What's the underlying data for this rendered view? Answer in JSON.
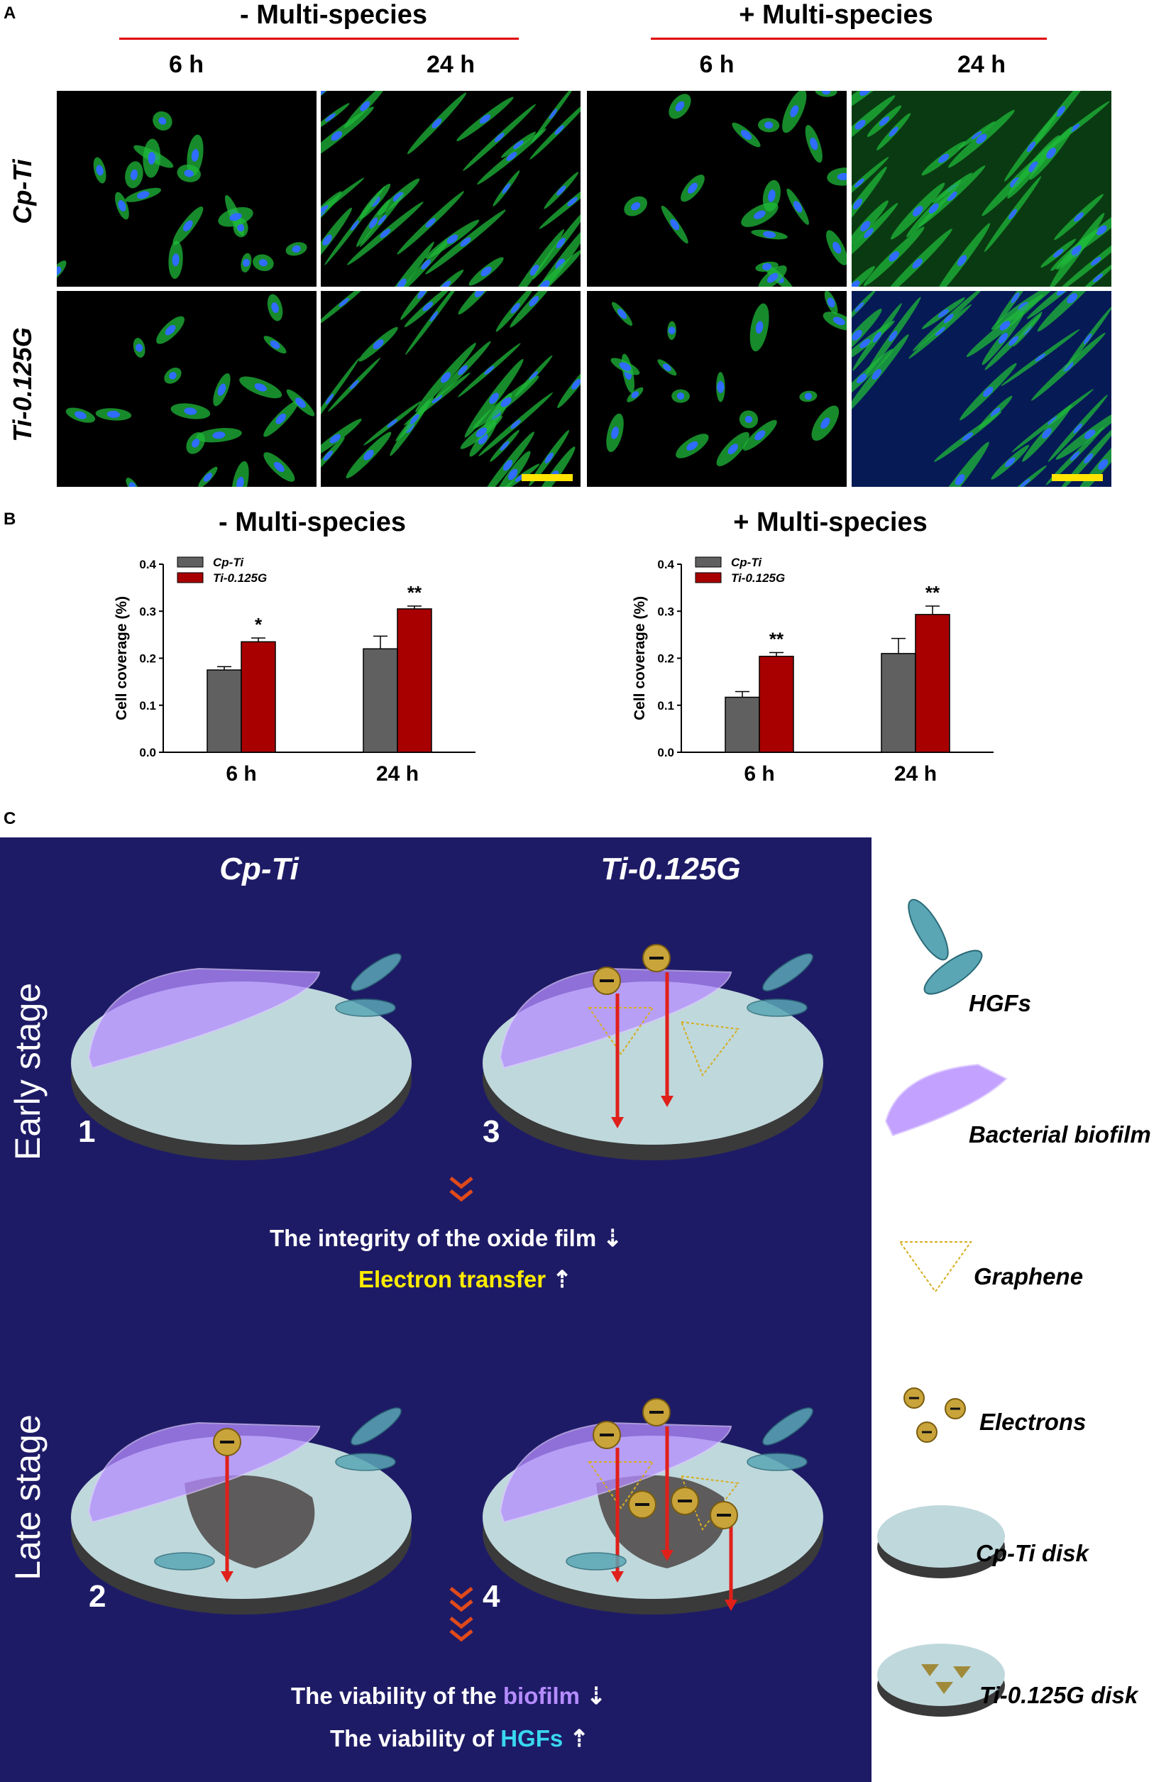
{
  "panel_a": {
    "letter": "A",
    "group_left": "- Multi-species",
    "group_right": "+ Multi-species",
    "columns": [
      "6 h",
      "24 h",
      "6 h",
      "24 h"
    ],
    "rows": [
      "Cp-Ti",
      "Ti-0.125G"
    ]
  },
  "panel_b": {
    "letter": "B",
    "colors": {
      "cp_ti": "#606060",
      "ti_g": "#a80000"
    }
  },
  "chart_data": [
    {
      "type": "bar",
      "title": "- Multi-species",
      "categories": [
        "6 h",
        "24 h"
      ],
      "series": [
        {
          "name": "Cp-Ti",
          "values": [
            0.175,
            0.22
          ],
          "errors": [
            0.007,
            0.027
          ]
        },
        {
          "name": "Ti-0.125G",
          "values": [
            0.235,
            0.305
          ],
          "errors": [
            0.008,
            0.006
          ]
        }
      ],
      "significance": [
        "*",
        "**"
      ],
      "ylabel": "Cell coverage (%)",
      "ylim": [
        0,
        0.4
      ],
      "yticks": [
        "0.0",
        "0.1",
        "0.2",
        "0.3",
        "0.4"
      ],
      "legend": "top-left"
    },
    {
      "type": "bar",
      "title": "+ Multi-species",
      "categories": [
        "6 h",
        "24 h"
      ],
      "series": [
        {
          "name": "Cp-Ti",
          "values": [
            0.117,
            0.21
          ],
          "errors": [
            0.012,
            0.032
          ]
        },
        {
          "name": "Ti-0.125G",
          "values": [
            0.204,
            0.293
          ],
          "errors": [
            0.008,
            0.018
          ]
        }
      ],
      "significance": [
        "**",
        "**"
      ],
      "ylabel": "Cell coverage (%)",
      "ylim": [
        0,
        0.4
      ],
      "yticks": [
        "0.0",
        "0.1",
        "0.2",
        "0.3",
        "0.4"
      ],
      "legend": "top-left"
    }
  ],
  "panel_c": {
    "letter": "C",
    "col_titles": [
      "Cp-Ti",
      "Ti-0.125G"
    ],
    "stages": [
      "Early stage",
      "Late stage"
    ],
    "numbers": [
      "1",
      "3",
      "2",
      "4"
    ],
    "text1": "The integrity of the oxide film",
    "text2": "Electron transfer",
    "text3_pre": "The viability of the ",
    "text3_hl": "biofilm",
    "text4_pre": "The viability of ",
    "text4_hl": "HGFs",
    "electron_symbol": "−",
    "legend": [
      "HGFs",
      "Bacterial biofilm",
      "Graphene",
      "Electrons",
      "Cp-Ti disk",
      "Ti-0.125G disk"
    ]
  }
}
